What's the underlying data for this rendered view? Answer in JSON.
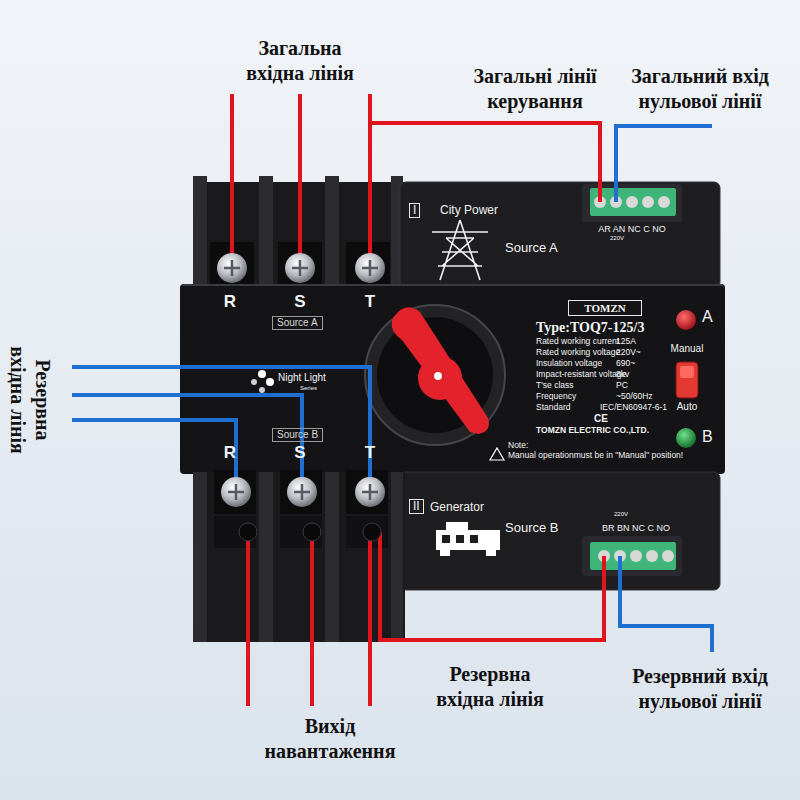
{
  "diagram": {
    "nodes": [
      {
        "text": [
          "Source A"
        ]
      },
      {
        "text": [
          "Source B"
        ]
      },
      {
        "text": [
          "I"
        ]
      },
      {
        "text": [
          "II"
        ]
      },
      {
        "text": [
          "TOMZN"
        ]
      }
    ],
    "labels": [
      "Загальна вхідна лінія",
      "Загальні лінії керування",
      "Загальний вхід нульової лінії",
      "Резервна вхідна лінія",
      "R",
      "S",
      "T",
      "City Power",
      "Source A",
      "AR AN NC C NO",
      "220V",
      "Type:TOQ7-125/3",
      "Rated working current",
      "125A",
      "Rated working voltage",
      "220V~",
      "Insulation voltage",
      "690~",
      "Impact-resistant voltage",
      "8kv",
      "T'se class",
      "PC",
      "Frequency",
      "~50/60Hz",
      "Standard",
      "IEC/EN60947-6-1",
      "TOMZN ELECTRIC CO.,LTD.",
      "CE",
      "Note:",
      "Manual operationmust be in \"Manual\" position!",
      "A",
      "Manual",
      "Auto",
      "B",
      "Night Light",
      "Series",
      "R",
      "S",
      "T",
      "Generator",
      "Source B",
      "220V",
      "BR BN NC C NO",
      "Резервна вхідна лінія",
      "Вихід навантаження",
      "Резервний вхід нульової лінії"
    ]
  }
}
